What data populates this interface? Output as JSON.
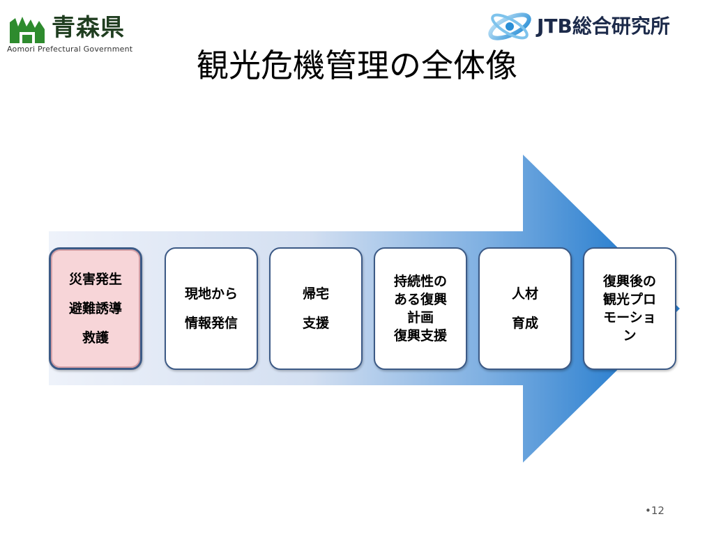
{
  "header": {
    "aomori_logo": {
      "name": "青森県",
      "subtitle": "Aomori Prefectural Government"
    },
    "jtb_logo": {
      "name": "JTB総合研究所"
    }
  },
  "title": "観光危機管理の全体像",
  "diagram": {
    "steps": [
      {
        "label": "災害発生\n避難誘導\n救護",
        "highlighted": true
      },
      {
        "label": "現地から\n情報発信",
        "highlighted": false
      },
      {
        "label": "帰宅\n支援",
        "highlighted": false
      },
      {
        "label": "持続性の\nある復興\n計画\n復興支援",
        "highlighted": false
      },
      {
        "label": "人材\n育成",
        "highlighted": false
      },
      {
        "label": "復興後の\n観光プロ\nモーショ\nン",
        "highlighted": false
      }
    ]
  },
  "footer": {
    "page_number": "•12"
  },
  "colors": {
    "arrow_light": "#eef2fa",
    "arrow_dark": "#2a7fcf",
    "box_border": "#3c5a86",
    "highlight_fill": "#f7d5d8",
    "aomori_green": "#2e8b2e"
  }
}
